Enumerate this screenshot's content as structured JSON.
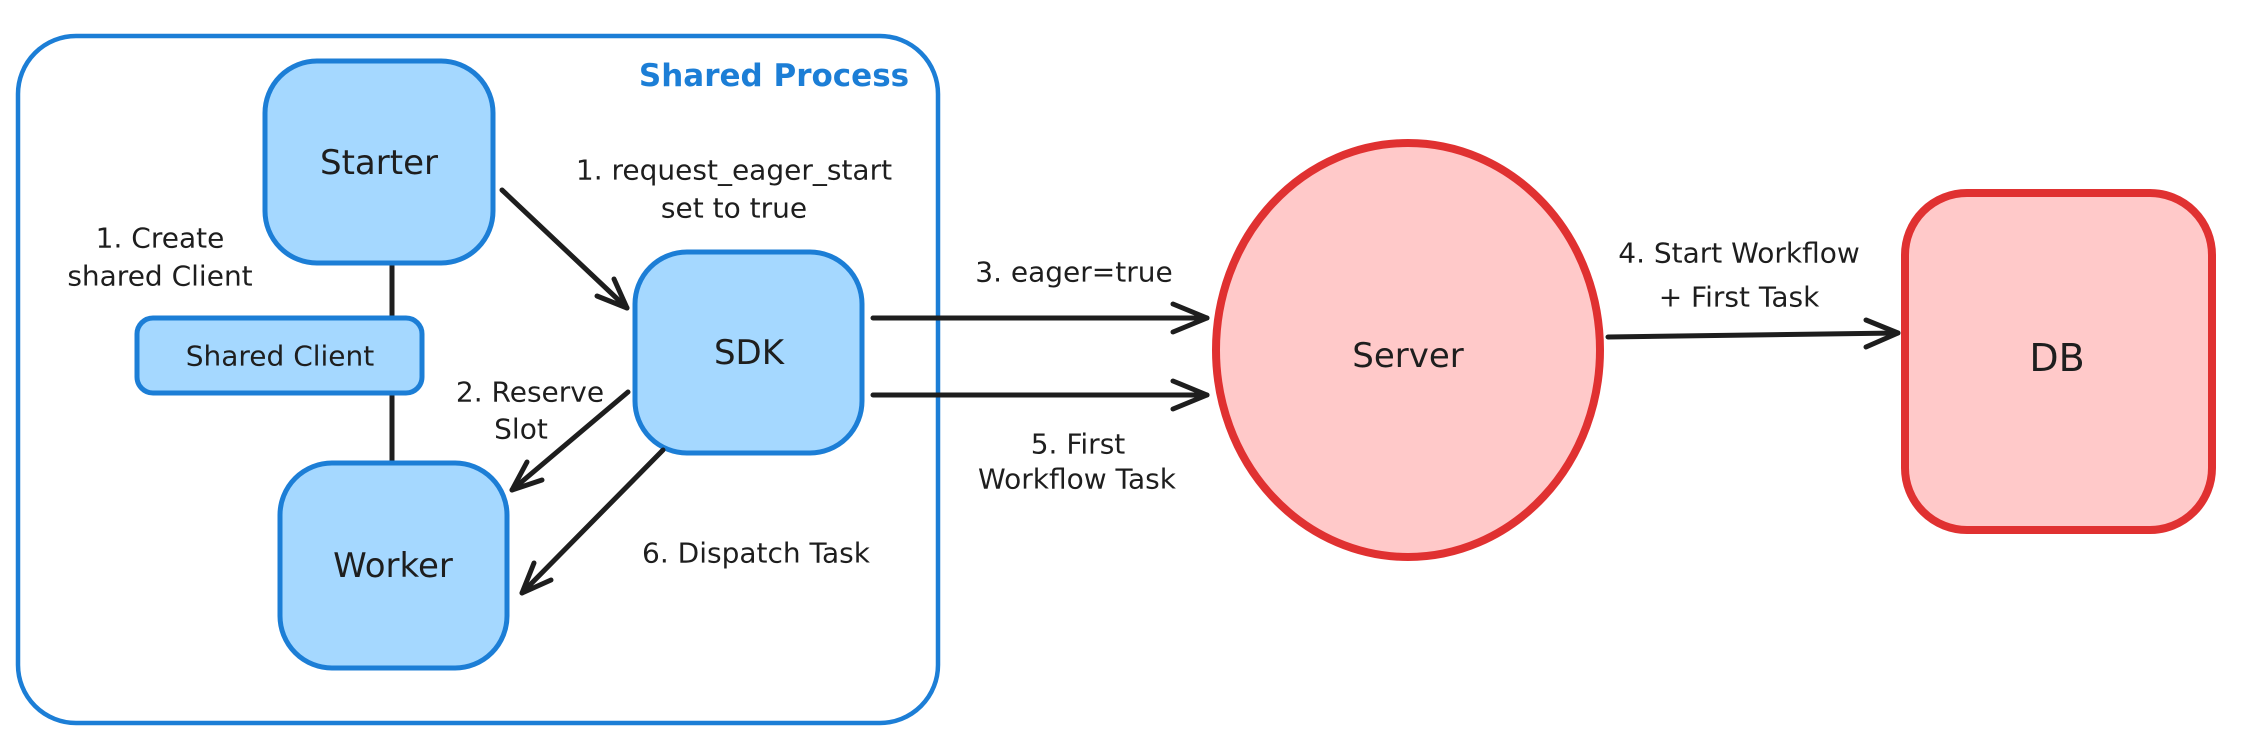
{
  "container": {
    "label": "Shared Process"
  },
  "nodes": {
    "starter": "Starter",
    "shared_client": "Shared Client",
    "worker": "Worker",
    "sdk": "SDK",
    "server": "Server",
    "db": "DB"
  },
  "annotations": {
    "create_shared_client": {
      "line1": "1. Create",
      "line2": "shared Client"
    },
    "request_eager_start": {
      "line1": "1. request_eager_start",
      "line2": "set to true"
    },
    "reserve_slot": {
      "line1": "2. Reserve",
      "line2": "Slot"
    },
    "eager_true": {
      "line1": "3. eager=true"
    },
    "start_workflow_first_task": {
      "line1": "4. Start Workflow",
      "line2": "+ First Task"
    },
    "first_workflow_task": {
      "line1": "5. First",
      "line2": "Workflow Task"
    },
    "dispatch_task": {
      "line1": "6. Dispatch Task"
    }
  },
  "colors": {
    "blue_stroke": "#1c7ed6",
    "blue_fill": "#a5d8ff",
    "red_stroke": "#e03131",
    "red_fill": "#ffc9c9",
    "ink": "#1e1e1e"
  }
}
